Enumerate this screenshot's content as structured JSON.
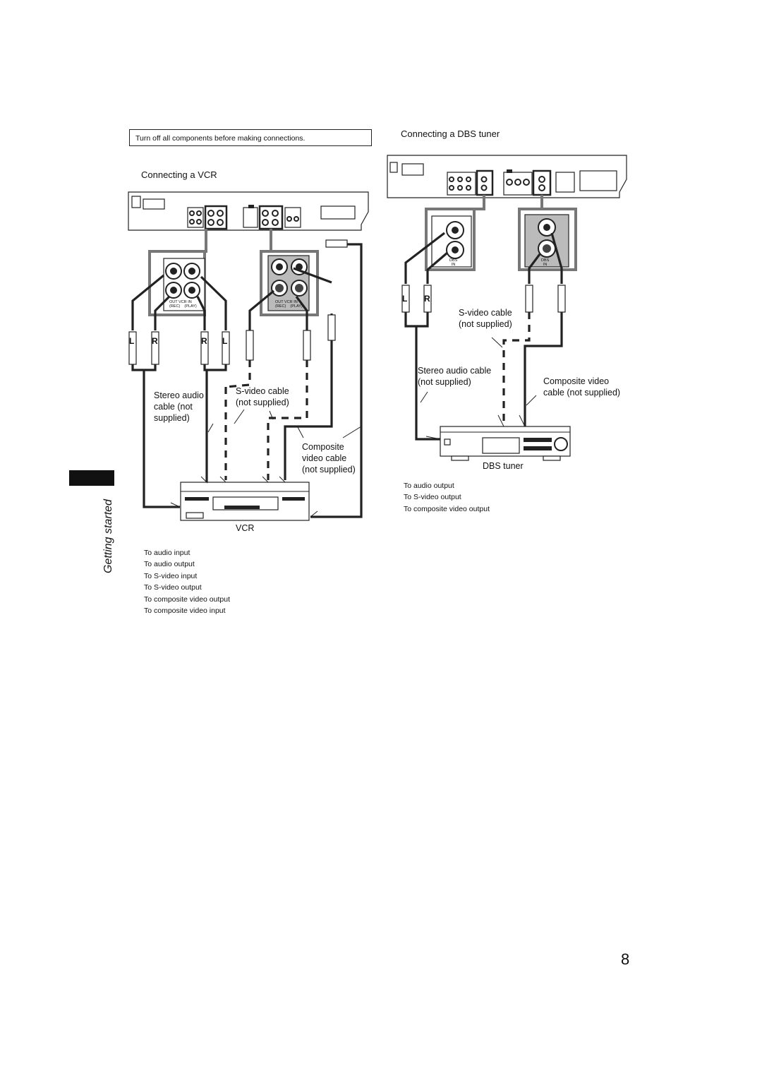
{
  "notice": "Turn off all components before making connections.",
  "vcr_section": {
    "title": "Connecting a VCR",
    "device": "VCR",
    "stereo_label": [
      "Stereo audio",
      "cable (not",
      "supplied)"
    ],
    "svideo_label": [
      "S-video cable",
      "(not supplied)"
    ],
    "composite_label": [
      "Composite",
      "video cable",
      "(not supplied)"
    ],
    "connector_letters": [
      "L",
      "R",
      "R",
      "L"
    ],
    "panel_labels": {
      "out": "OUT",
      "vcr": "VCR",
      "in": "IN",
      "rec": "(REC)",
      "play": "(PLAY)"
    },
    "legend": [
      "To audio input",
      "To audio output",
      "To S-video input",
      "To S-video output",
      "To composite video output",
      "To composite video input"
    ]
  },
  "dbs_section": {
    "title": "Connecting a DBS tuner",
    "device": "DBS tuner",
    "svideo_label": [
      "S-video cable",
      "(not supplied)"
    ],
    "stereo_label": [
      "Stereo audio cable",
      "(not supplied)"
    ],
    "composite_label": [
      "Composite video",
      "cable (not supplied)"
    ],
    "connector_letters": [
      "L",
      "R"
    ],
    "panel_labels": {
      "dbs": "DBS",
      "in": "IN"
    },
    "legend": [
      "To audio output",
      "To S-video output",
      "To composite video output"
    ]
  },
  "side_label": "Getting started",
  "page_number": "8"
}
